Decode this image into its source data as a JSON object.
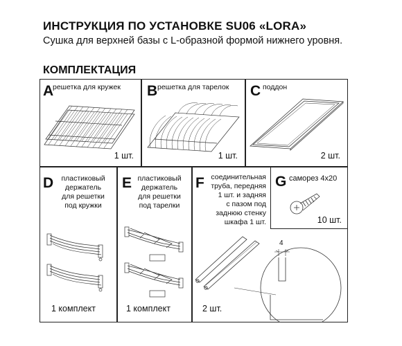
{
  "header": {
    "title": "ИНСТРУКЦИЯ ПО УСТАНОВКЕ SU06 «LORA»",
    "subtitle": "Сушка для верхней базы с L-образной формой нижнего уровня."
  },
  "section_title": "КОМПЛЕКТАЦИЯ",
  "parts": [
    {
      "letter": "A",
      "caption": "решетка для кружек",
      "qty": "1 шт."
    },
    {
      "letter": "B",
      "caption": "решетка для тарелок",
      "qty": "1 шт."
    },
    {
      "letter": "C",
      "caption": "поддон",
      "qty": "2 шт."
    },
    {
      "letter": "D",
      "caption_lines": [
        "пластиковый",
        "держатель",
        "для решетки",
        "под кружки"
      ],
      "qty": "1 комплект"
    },
    {
      "letter": "E",
      "caption_lines": [
        "пластиковый",
        "держатель",
        "для решетки",
        "под тарелки"
      ],
      "qty": "1 комплект"
    },
    {
      "letter": "F",
      "caption_lines": [
        "соединительная",
        "труба, передняя",
        "1 шт.  и задняя",
        "с пазом под",
        "заднюю стенку",
        "шкафа 1 шт."
      ],
      "qty": "2 шт."
    },
    {
      "letter": "G",
      "caption": "саморез 4х20",
      "qty": "10 шт."
    }
  ],
  "detail_dimension": "4",
  "icons": [
    "cup-rack-icon",
    "plate-rack-icon",
    "tray-icon",
    "cup-holder-icon",
    "plate-holder-icon",
    "tube-icon",
    "screw-icon"
  ]
}
